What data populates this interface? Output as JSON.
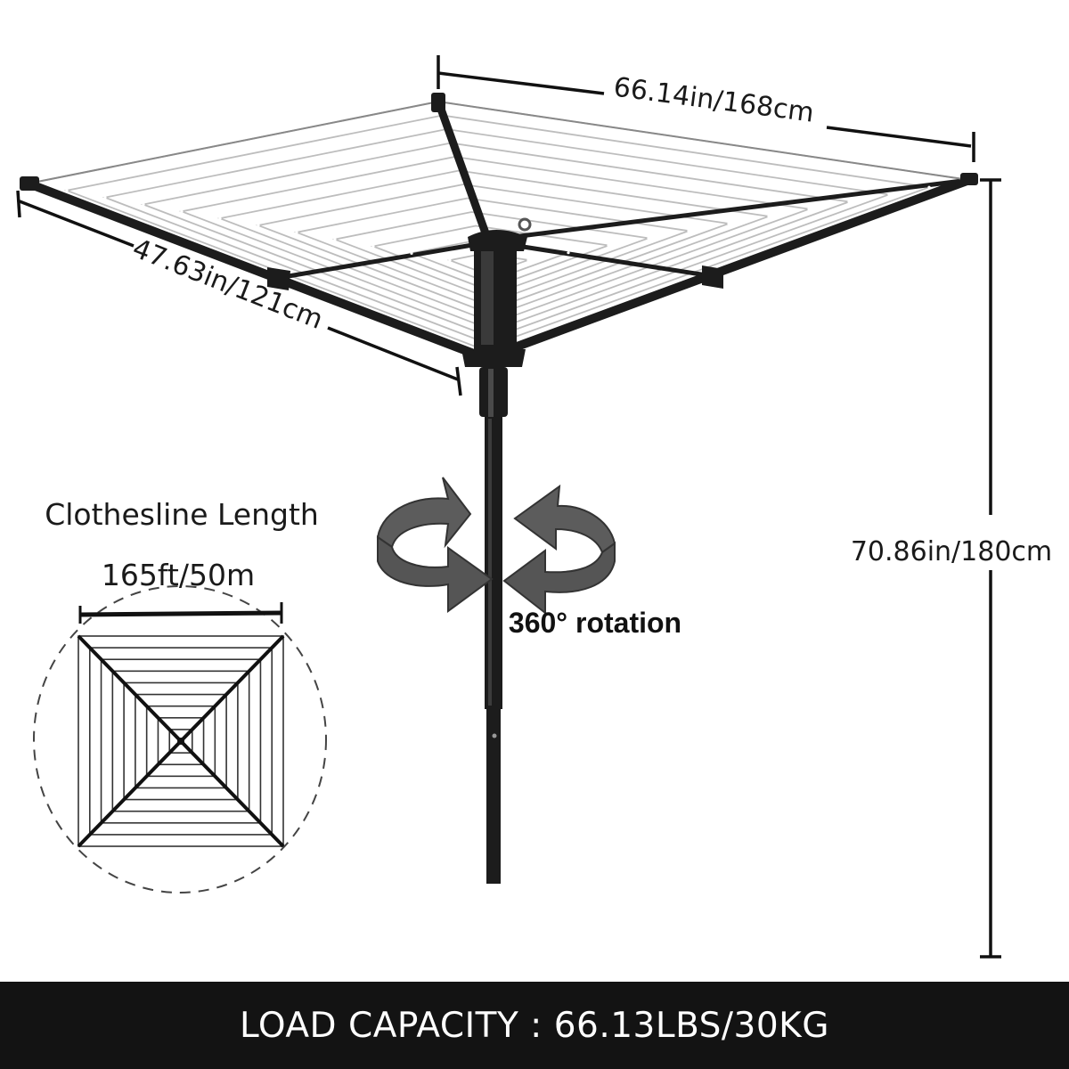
{
  "product": {
    "width_dimension": "66.14in/168cm",
    "side_dimension": "47.63in/121cm",
    "height_dimension": "70.86in/180cm",
    "rotation_label": "360° rotation"
  },
  "clothesline": {
    "title": "Clothesline Length",
    "length": "165ft/50m"
  },
  "banner": {
    "text": "LOAD CAPACITY : 66.13LBS/30KG",
    "background": "#131313",
    "text_color": "#ffffff"
  },
  "colors": {
    "frame": "#1c1c1c",
    "lines": "#bdbdbd",
    "arrow": "#555555"
  },
  "icons": [
    "rotation-arrows-icon",
    "clothesline-diagram-icon"
  ]
}
